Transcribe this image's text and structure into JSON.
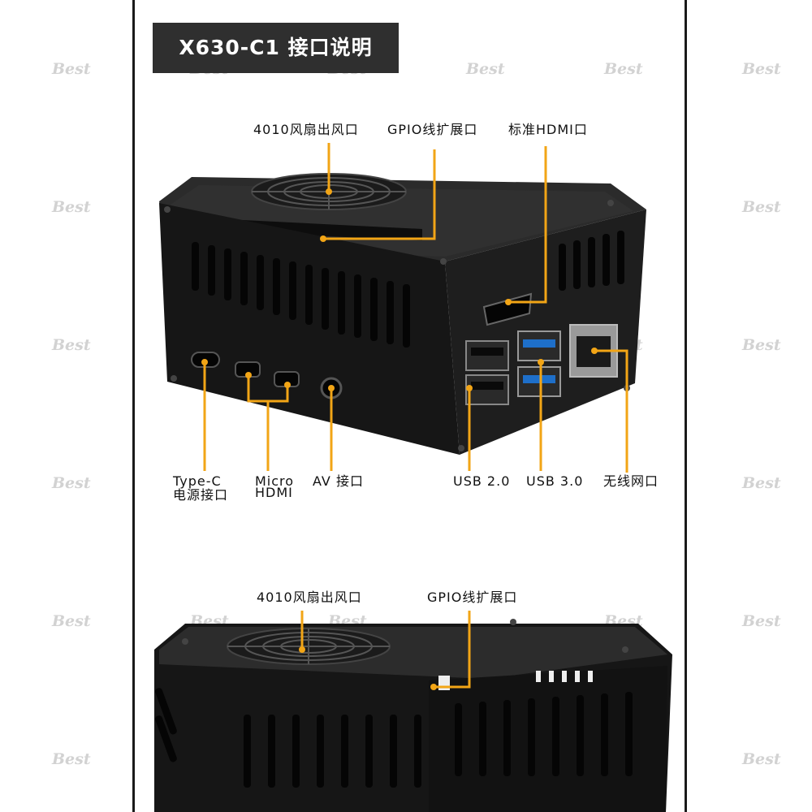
{
  "title": "X630-C1 接口说明",
  "watermark": "Best",
  "accent_color": "#f2a516",
  "top_labels": {
    "fan_outlet": "4010风扇出风口",
    "gpio": "GPIO线扩展口",
    "hdmi": "标准HDMI口",
    "typec_line1": "Type-C",
    "typec_line2": "电源接口",
    "micro_line1": "Micro",
    "micro_line2": "HDMI",
    "av": "AV 接口",
    "usb2": "USB 2.0",
    "usb3": "USB 3.0",
    "ethernet": "无线网口"
  },
  "bottom_labels": {
    "fan_outlet": "4010风扇出风口",
    "gpio": "GPIO线扩展口"
  }
}
